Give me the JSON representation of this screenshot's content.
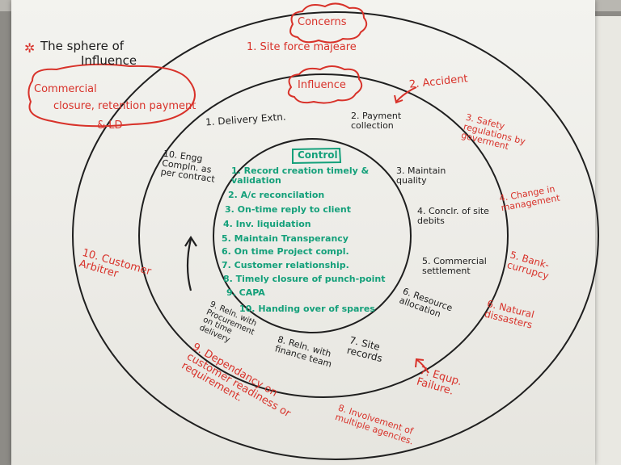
{
  "title": "The sphere of Influence",
  "title_line1": "The sphere of",
  "title_line2": "Influence",
  "commercial_box": {
    "line1": "Commercial",
    "line2": "closure, retention payment",
    "line3": "& LD"
  },
  "labels": {
    "concerns": "Concerns",
    "influence": "Influence",
    "control": "Control"
  },
  "concerns_items": [
    "1. Site force majeare",
    "2. Accident",
    "3. Safety regulations by goverment",
    "4. Change in management",
    "5. Bank- currupcy",
    "6. Natural dissasters",
    "7. Equp. Failure.",
    "8. Involvement of multiple agencies.",
    "9. Dependancy on customer readiness or requirement.",
    "10. Customer Arbitrer"
  ],
  "influence_items": [
    "1. Delivery Extn.",
    "2. Payment collection",
    "3. Maintain quality",
    "4. Conclr. of site debits",
    "5. Commercial settlement",
    "6. Resource allocation",
    "7. Site records",
    "8. Reln. with finance team",
    "9. Reln. with Procurement on time delivery",
    "10. Engg Compln. as per contract"
  ],
  "control_items": [
    "1. Record creation timely & validation",
    "2. A/c reconcilation",
    "3. On-time reply to client",
    "4. Inv. liquidation",
    "5. Maintain Transperancy",
    "6. On time Project compl.",
    "7. Customer relationship.",
    "8. Timely closure of punch-point",
    "9. CAPA",
    "10. Handing over of spares"
  ],
  "colors": {
    "red_ink": "#d8322a",
    "green_ink": "#14a07a",
    "black_ink": "#1d1d1d",
    "paper": "#f1f0eb"
  }
}
